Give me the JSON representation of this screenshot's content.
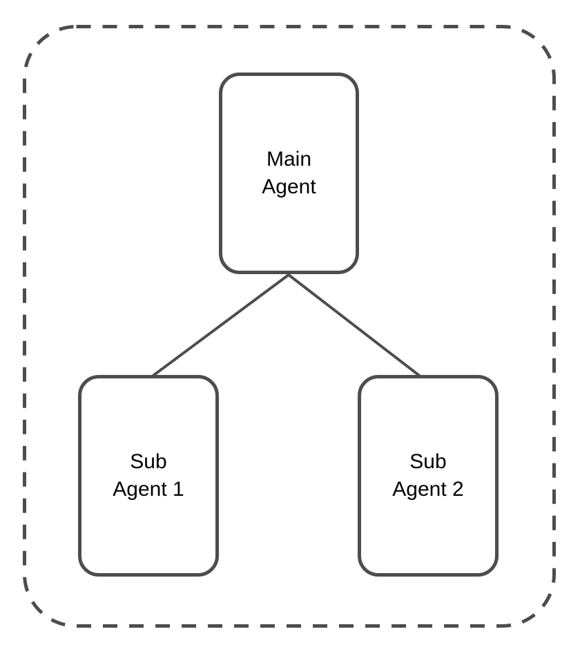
{
  "diagram": {
    "background_color": "#ffffff",
    "stroke_color": "#4d4d4d",
    "text_color": "#000000",
    "container": {
      "style": "dashed-rounded-rectangle"
    },
    "nodes": [
      {
        "id": "main-agent",
        "label": "Main\nAgent"
      },
      {
        "id": "sub-agent-1",
        "label": "Sub\nAgent 1"
      },
      {
        "id": "sub-agent-2",
        "label": "Sub\nAgent 2"
      }
    ],
    "edges": [
      {
        "from": "main-agent",
        "to": "sub-agent-1"
      },
      {
        "from": "main-agent",
        "to": "sub-agent-2"
      }
    ]
  }
}
